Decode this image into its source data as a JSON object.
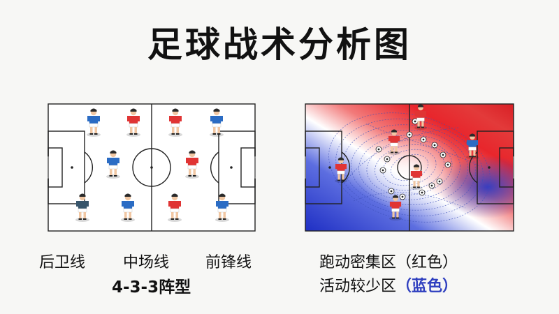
{
  "title": "足球战术分析图",
  "left_diagram": {
    "labels": [
      "后卫线",
      "中场线",
      "前锋线"
    ],
    "formation": "4-3-3阵型",
    "colors": {
      "team_blue": "#2b6cc4",
      "team_red": "#e03434",
      "line": "#222222",
      "field": "#ffffff"
    }
  },
  "right_diagram": {
    "caption_line1": "跑动密集区（红色）",
    "caption_line2_prefix": "活动较少区",
    "caption_line2_highlight": "（蓝色）",
    "colors": {
      "dense": "#e8262c",
      "sparse": "#2438c8",
      "highlight": "#2f3fbf"
    }
  }
}
